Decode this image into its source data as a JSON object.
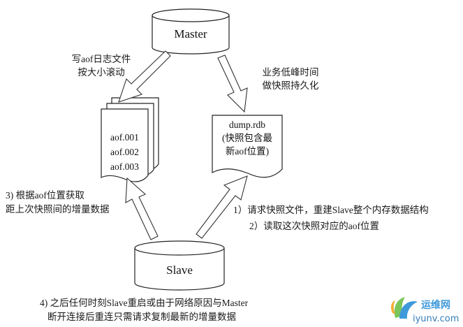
{
  "nodes": {
    "master": "Master",
    "slave": "Slave"
  },
  "aof_files": [
    "aof.001",
    "aof.002",
    "aof.003"
  ],
  "dump": {
    "line1": "dump.rdb",
    "line2": "(快照包含最",
    "line3": "新aof位置)"
  },
  "labels": {
    "aof_write": [
      "写aof日志文件",
      "按大小滚动"
    ],
    "snapshot": [
      "业务低峰时间",
      "做快照持久化"
    ],
    "step3": [
      "3) 根据aof位置获取",
      "距上次快照间的增量数据"
    ],
    "step1": "1）请求快照文件，重建Slave整个内存数据结构",
    "step2": "2）读取这次快照对应的aof位置",
    "step4": [
      "4) 之后任何时刻Slave重启或由于网络原因与Master",
      "断开连接后重连只需请求复制最新的增量数据"
    ]
  },
  "watermark": {
    "name": "运维网",
    "domain": "iyunv.com"
  }
}
